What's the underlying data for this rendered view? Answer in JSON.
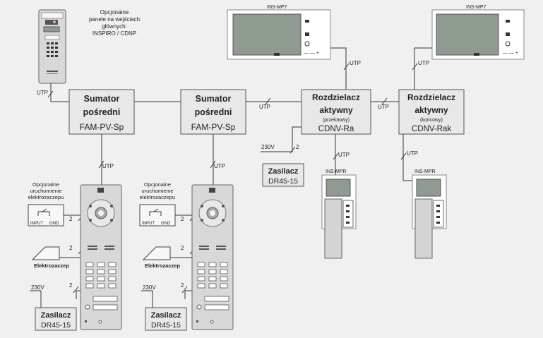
{
  "panel_note": [
    "Opcjonalne",
    "panele na wejściach",
    "głównych:",
    "INSPIRO / CDNP"
  ],
  "sumator": {
    "title": [
      "Sumator",
      "pośredni"
    ],
    "model": "FAM-PV-Sp"
  },
  "cdnv_ra": {
    "title": [
      "Rozdzielacz",
      "aktywny"
    ],
    "sub": "(przelotowy)",
    "model": "CDNV-Ra"
  },
  "cdnv_rak": {
    "title": [
      "Rozdzielacz",
      "aktywny"
    ],
    "sub": "(końcowy)",
    "model": "CDNV-Rak"
  },
  "monitor_label": "INS-MP7",
  "handset_label": "INS-MPR",
  "zasilacz": {
    "title": "Zasilacz",
    "model": "DR45-15"
  },
  "wire_labels": {
    "utp": "UTP",
    "two": "2",
    "v230": "230V"
  },
  "relay": {
    "title": [
      "Opcjonalne",
      "uruchomienie",
      "elektrozaczepu"
    ],
    "input": "INPUT",
    "gnd": "GND"
  },
  "strike_label": "Elektrozaczep",
  "icons": [
    "entry-panel-icon",
    "monitor-icon",
    "handset-icon",
    "door-strike-icon",
    "relay-icon"
  ]
}
